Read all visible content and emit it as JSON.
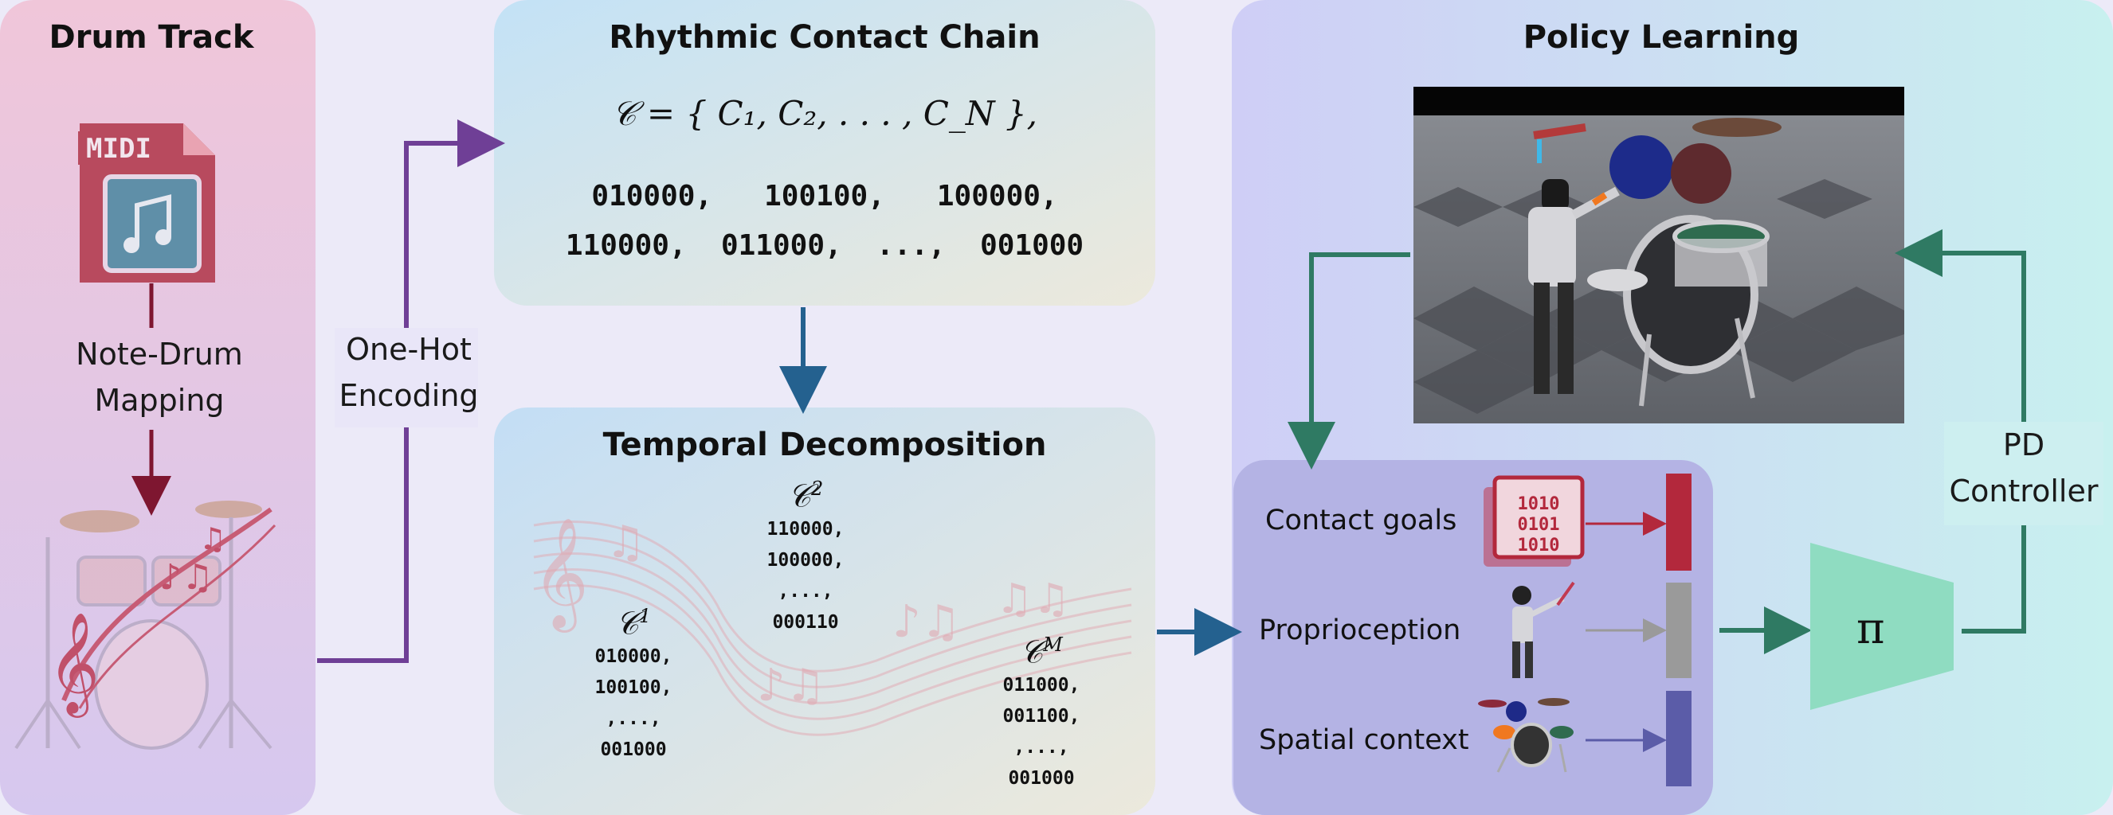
{
  "panels": {
    "drum_track": {
      "title": "Drum Track",
      "icon_text": "MIDI",
      "mapping_line1": "Note-Drum",
      "mapping_line2": "Mapping"
    },
    "one_hot": {
      "line1": "One-Hot",
      "line2": "Encoding"
    },
    "contact_chain": {
      "title": "Rhythmic Contact Chain",
      "formula": "𝒞 = { C₁, C₂, . . . , C_N },",
      "row1": "010000,   100100,   100000,",
      "row2": "110000,  011000,  ...,  001000"
    },
    "temporal": {
      "title": "Temporal Decomposition",
      "groups": [
        {
          "label": "𝒞",
          "sup": "1",
          "lines": [
            "010000,",
            "100100,",
            ",...,",
            "001000"
          ]
        },
        {
          "label": "𝒞",
          "sup": "2",
          "lines": [
            "110000,",
            "100000,",
            ",...,",
            "000110"
          ]
        },
        {
          "label": "𝒞",
          "sup": "M",
          "lines": [
            "011000,",
            "001100,",
            ",...,",
            "001000"
          ]
        }
      ]
    },
    "policy": {
      "title": "Policy Learning",
      "inputs": [
        "Contact goals",
        "Proprioception",
        "Spatial context"
      ],
      "policy_symbol": "π",
      "controller_line1": "PD",
      "controller_line2": "Controller"
    }
  },
  "colors": {
    "drum_panel": "#ecc7df",
    "chain_panel": "#cfe6f2",
    "policy_panel": "#cdd6f6",
    "inputs_box": "#b5b4e6",
    "purple_arrow": "#6f3f96",
    "blue_arrow": "#24618f",
    "green_arrow": "#2f7a63",
    "dark_red": "#7e1630",
    "contact_bar": "#b3283c",
    "proprio_bar": "#9a9a9a",
    "spatial_bar": "#5b5ca8",
    "policy_trapezoid": "#8fdcc1"
  }
}
